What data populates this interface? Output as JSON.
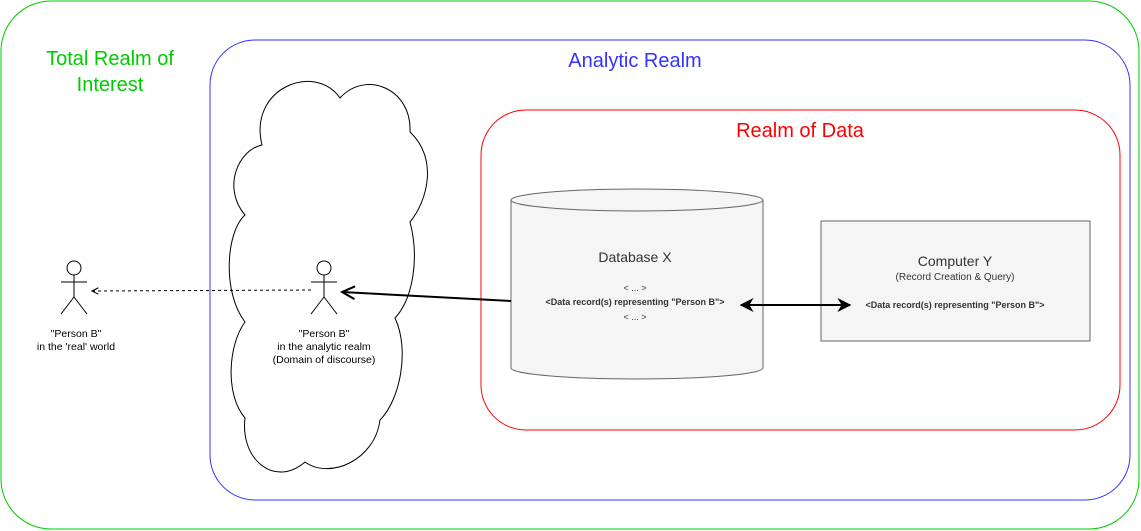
{
  "colors": {
    "total_realm": "#00cc00",
    "analytic_realm": "#3333ff",
    "data_realm": "#ff0000",
    "box_fill": "#f5f5f5",
    "box_stroke": "#666666",
    "text": "#333333",
    "line": "#000000"
  },
  "total_realm": {
    "title_line1": "Total Realm of",
    "title_line2": "Interest"
  },
  "analytic_realm": {
    "title": "Analytic Realm"
  },
  "data_realm": {
    "title": "Realm of Data"
  },
  "person_real": {
    "icon": "actor-stick-figure-icon",
    "label_line1": "\"Person B\"",
    "label_line2": "in the 'real' world"
  },
  "person_analytic": {
    "icon": "actor-stick-figure-icon",
    "label_line1": "\"Person B\"",
    "label_line2": "in the analytic realm",
    "label_line3": "(Domain of discourse)"
  },
  "database": {
    "icon": "cylinder-database-icon",
    "title": "Database X",
    "ellipsis_top": "< ... >",
    "record": "<Data record(s) representing \"Person B\">",
    "ellipsis_bottom": "< ... >"
  },
  "computer": {
    "title": "Computer Y",
    "subtitle": "(Record Creation & Query)",
    "record": "<Data record(s) representing \"Person B\">"
  }
}
